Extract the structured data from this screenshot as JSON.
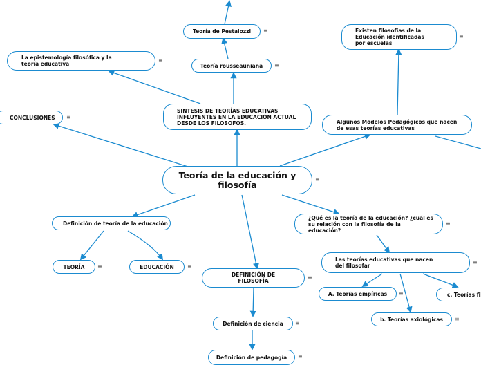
{
  "nodes": {
    "central": "Teoría de la educación y filosofía",
    "sintesis": "SINTESIS DE TEORÍAS EDUCATIVAS INFLUYENTES EN LA EDUCACIÓN ACTUAL DESDE LOS FILOSOFOS.",
    "pestalozzi": "Teoría de Pestalozzi",
    "rousseau": "Teoría rousseauniana",
    "epistemologia": "La epistemología filosófica y la teoría educativa",
    "conclusiones": "CONCLUSIONES",
    "modelos": "Algunos Modelos Pedagógicos que nacen de esas teorías educativas",
    "existen": "Existen filosofías de la Educación identificadas por escuelas",
    "def_teoria": "Definición de teoría de la educación",
    "teoria": "TEORÍA",
    "educacion": "EDUCACIÓN",
    "def_filosofia": "DEFINICIÓN DE FILOSOFÍA",
    "def_ciencia": "Definición de ciencia",
    "def_pedagogia": "Definición de pedagogía",
    "que_es": "¿Qué es la teoría de la educación? ¿cuál es su relación con la filosofía de la educación?",
    "teorias_nacen": "Las teorías educativas que nacen del filosofar",
    "empiricas": "A. Teorías empíricas",
    "axiologicas": "b. Teorías axiológicas",
    "c_teorias": "c. Teorías filo"
  },
  "menu_icon": "≡",
  "colors": {
    "accent": "#1b8bd0",
    "text": "#111111"
  }
}
